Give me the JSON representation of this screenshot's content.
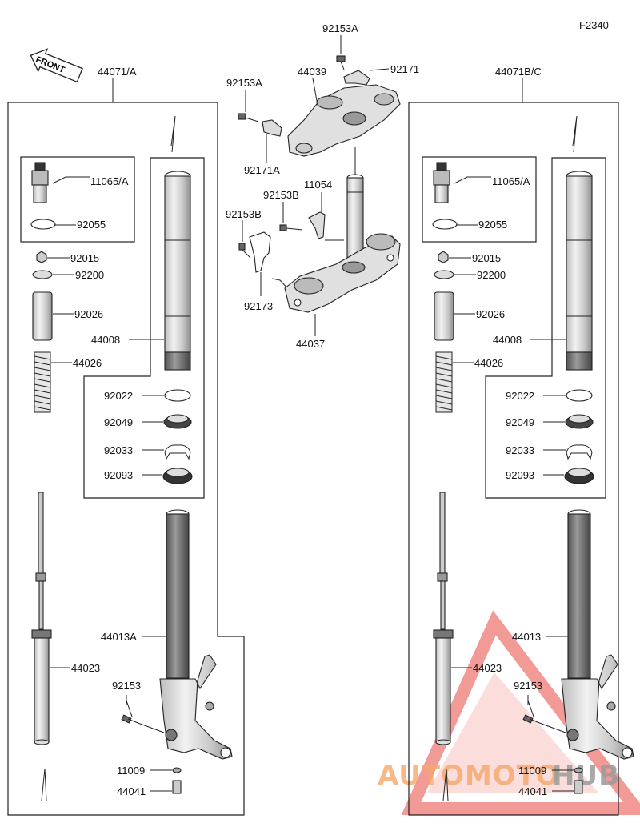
{
  "figure_code": "F2340",
  "front_label": "FRONT",
  "labels": {
    "left_assembly": "44071/A",
    "right_assembly": "44071B/C",
    "upper_bolt": "92153A",
    "upper_bolt_left": "92153A",
    "upper_bracket_right": "92171",
    "upper_clamp": "44039",
    "upper_bracket_left": "92171A",
    "stem_bolt": "92153B",
    "stem_bolt_left": "92153B",
    "stem": "11054",
    "lower_bracket": "92173",
    "lower_clamp": "44037",
    "cap_left": "11065/A",
    "oring_left": "92055",
    "nut_left": "92015",
    "washer_left": "92200",
    "spacer_left": "92026",
    "spring_left": "44026",
    "tube_left": "44008",
    "ring1_left": "92022",
    "seal_left": "92049",
    "clip_left": "92033",
    "dust_left": "92093",
    "outer_left": "44013A",
    "rod_left": "44023",
    "bolt_left": "92153",
    "washer2_left": "11009",
    "bottom_bolt_left": "44041",
    "cap_right": "11065/A",
    "oring_right": "92055",
    "nut_right": "92015",
    "washer_right": "92200",
    "spacer_right": "92026",
    "spring_right": "44026",
    "tube_right": "44008",
    "ring1_right": "92022",
    "seal_right": "92049",
    "clip_right": "92033",
    "dust_right": "92093",
    "outer_right": "44013",
    "rod_right": "44023",
    "bolt_right": "92153",
    "washer2_right": "11009",
    "bottom_bolt_right": "44041"
  },
  "watermark": {
    "prefix": "AUTOMOTO",
    "suffix": "HUB",
    "prefix_color": "#f4a86a",
    "suffix_color": "#9a9a9a",
    "triangle_color": "#e8473f"
  }
}
